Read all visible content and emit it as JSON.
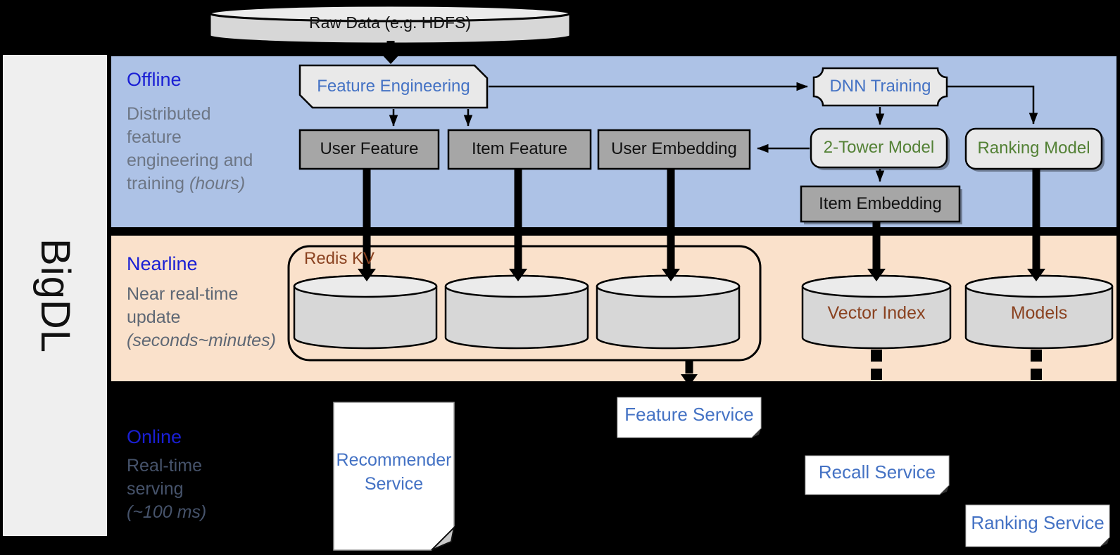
{
  "sidebar": {
    "label": "BigDL"
  },
  "source": {
    "label": "Raw Data (e.g. HDFS)"
  },
  "sections": {
    "offline": {
      "title": "Offline",
      "desc": [
        "Distributed",
        "feature",
        "engineering and"
      ],
      "desc_last": "training ",
      "desc_italic": "(hours)"
    },
    "nearline": {
      "title": "Nearline",
      "desc": [
        "Near real-time",
        "update"
      ],
      "desc_italic": "(seconds~minutes)"
    },
    "online": {
      "title": "Online",
      "desc": [
        "Real-time",
        "serving"
      ],
      "desc_italic": "(~100 ms)"
    }
  },
  "nodes": {
    "feature_engineering": "Feature Engineering",
    "dnn_training": "DNN Training",
    "user_feature": "User Feature",
    "item_feature": "Item Feature",
    "user_embedding": "User Embedding",
    "two_tower_model": "2-Tower Model",
    "ranking_model": "Ranking Model",
    "item_embedding": "Item Embedding",
    "redis_kv": "Redis KV",
    "vector_index": "Vector Index",
    "models": "Models",
    "recommender_service_line1": "Recommender",
    "recommender_service_line2": "Service",
    "feature_service": "Feature Service",
    "recall_service": "Recall Service",
    "ranking_service": "Ranking Service"
  },
  "colors": {
    "band-offline": "#adc2e6",
    "band-nearline": "#fae1cb",
    "sidebar-bg": "#efefef",
    "node-gray": "#a6a6a6",
    "node-light": "#e9e9e9",
    "cyl-body": "#d7d7d7",
    "cyl-top": "#ebebeb",
    "text-blue": "#4472c4",
    "text-green": "#538135",
    "text-brown": "#8a4220",
    "title-blue": "#1a1fd4",
    "desc-offline": "#6d7685",
    "desc-nearline": "#5e6774",
    "desc-online": "#46536b"
  }
}
